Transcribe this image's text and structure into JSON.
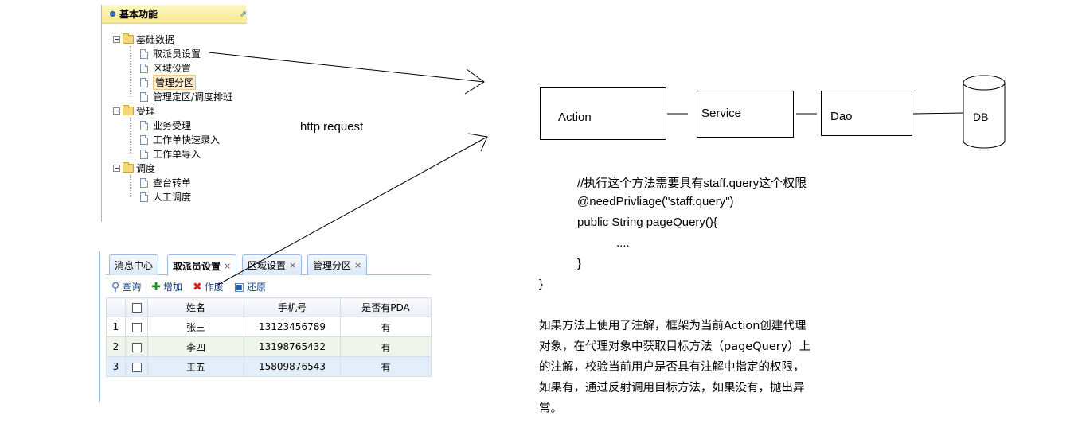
{
  "tree": {
    "title": "基本功能",
    "groups": [
      {
        "label": "基础数据",
        "items": [
          "取派员设置",
          "区域设置",
          "管理分区",
          "管理定区/调度排班"
        ]
      },
      {
        "label": "受理",
        "items": [
          "业务受理",
          "工作单快速录入",
          "工作单导入"
        ]
      },
      {
        "label": "调度",
        "items": [
          "查台转单",
          "人工调度"
        ]
      }
    ],
    "selected_item": "管理分区"
  },
  "grid": {
    "tabs": [
      {
        "label": "消息中心",
        "closable": false
      },
      {
        "label": "取派员设置",
        "closable": true,
        "active": true
      },
      {
        "label": "区域设置",
        "closable": true
      },
      {
        "label": "管理分区",
        "closable": true
      }
    ],
    "close_glyph": "×",
    "toolbar": {
      "query": "查询",
      "add": "增加",
      "void": "作废",
      "restore": "还原"
    },
    "columns": [
      "姓名",
      "手机号",
      "是否有PDA"
    ],
    "rows": [
      {
        "index": "1",
        "name": "张三",
        "phone": "13123456789",
        "pda": "有"
      },
      {
        "index": "2",
        "name": "李四",
        "phone": "13198765432",
        "pda": "有"
      },
      {
        "index": "3",
        "name": "王五",
        "phone": "15809876543",
        "pda": "有"
      }
    ]
  },
  "diagram": {
    "arrow_label": "http request",
    "boxes": {
      "action": "Action",
      "service": "Service",
      "dao": "Dao",
      "db": "DB"
    }
  },
  "code": {
    "comment": "//执行这个方法需要具有staff.query这个权限",
    "annotation": "@needPrivliage(\"staff.query\")",
    "signature": "public String pageQuery(){",
    "body": "....",
    "close_inner": "}",
    "close_outer": "}"
  },
  "explanation": {
    "lines": [
      "如果方法上使用了注解，框架为当前Action创建代理",
      "对象，在代理对象中获取目标方法（pageQuery）上",
      "的注解，校验当前用户是否具有注解中指定的权限，",
      "如果有，通过反射调用目标方法，如果没有，抛出异",
      "常。"
    ]
  }
}
